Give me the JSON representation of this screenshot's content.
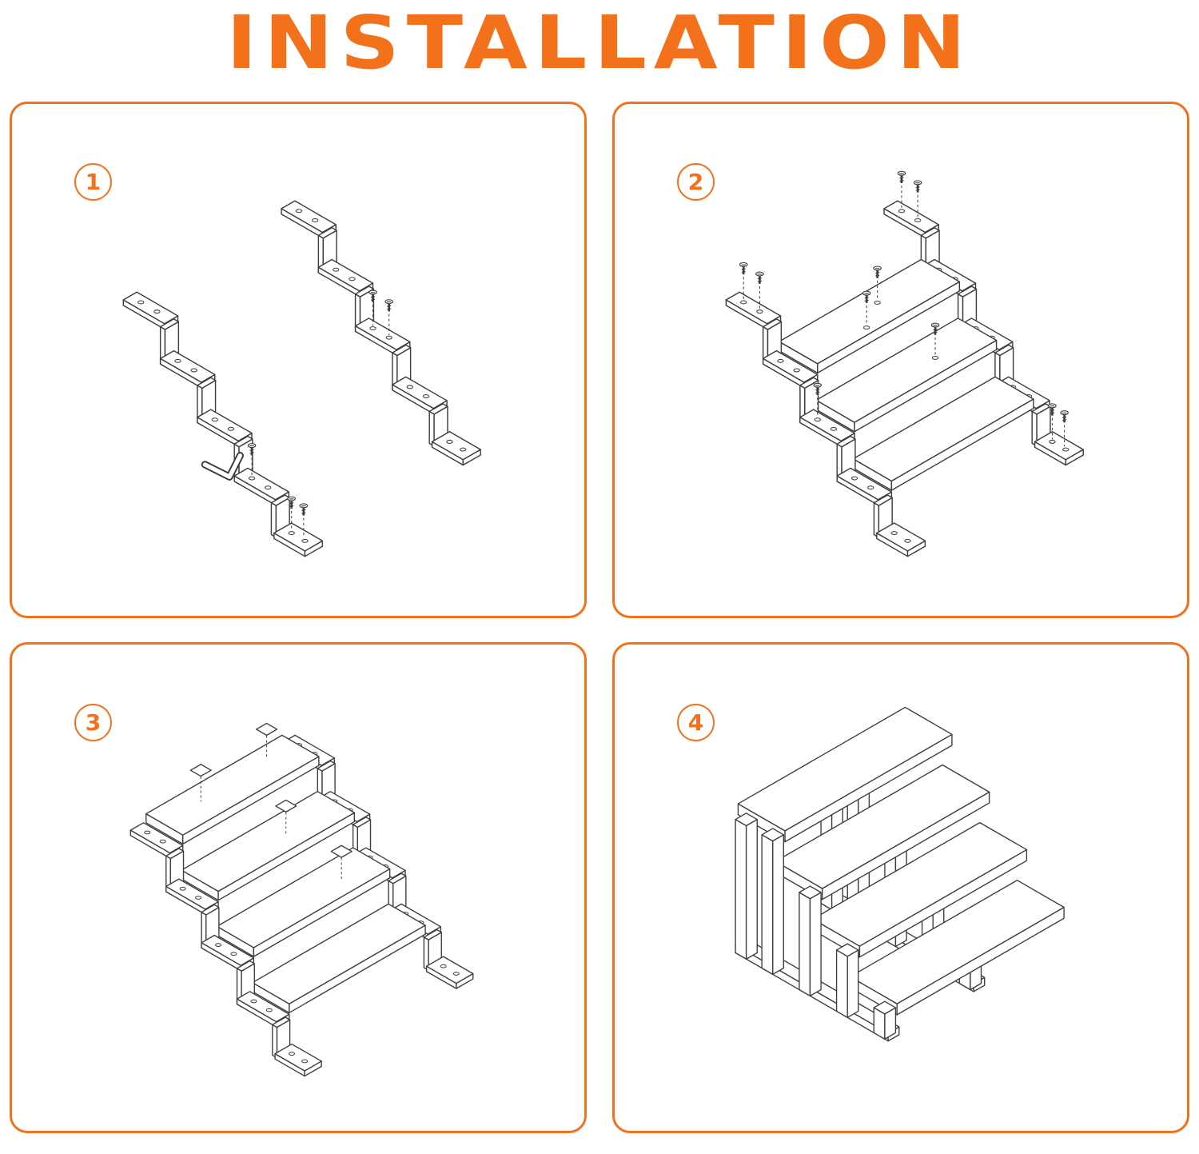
{
  "title": "INSTALLATION",
  "colors": {
    "accent": "#F4711C",
    "line": "#3d3d3d"
  },
  "steps": [
    {
      "number": "1",
      "diagram": "frame-rails-assembly-with-screws-and-hex-key"
    },
    {
      "number": "2",
      "diagram": "attach-step-boards-with-screws"
    },
    {
      "number": "3",
      "diagram": "attach-anti-slip-pads-to-assembled-frame"
    },
    {
      "number": "4",
      "diagram": "finished-four-step-stand"
    }
  ]
}
